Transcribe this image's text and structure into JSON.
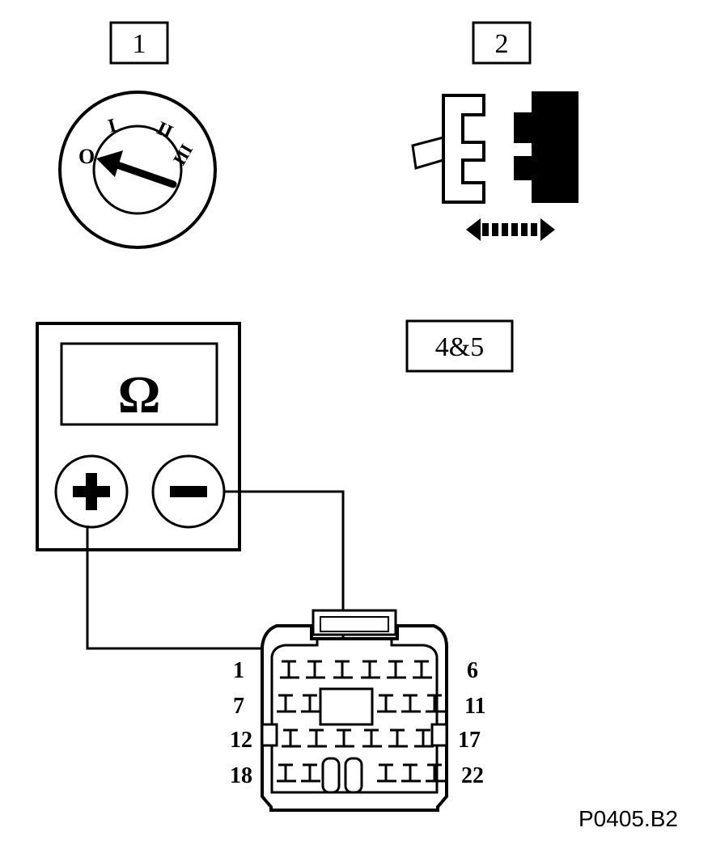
{
  "steps": {
    "step1": "1",
    "step2": "2",
    "step45": "4&5"
  },
  "ignition": {
    "pos_0": "O",
    "pos_1": "I",
    "pos_2": "II",
    "pos_3": "III"
  },
  "meter": {
    "display": "Ω",
    "plus": "+",
    "minus": "−"
  },
  "connector": {
    "pin_labels": {
      "r1_left": "1",
      "r1_right": "6",
      "r2_left": "7",
      "r2_right": "11",
      "r3_left": "12",
      "r3_right": "17",
      "r4_left": "18",
      "r4_right": "22"
    }
  },
  "figure_code": "P0405.B2"
}
